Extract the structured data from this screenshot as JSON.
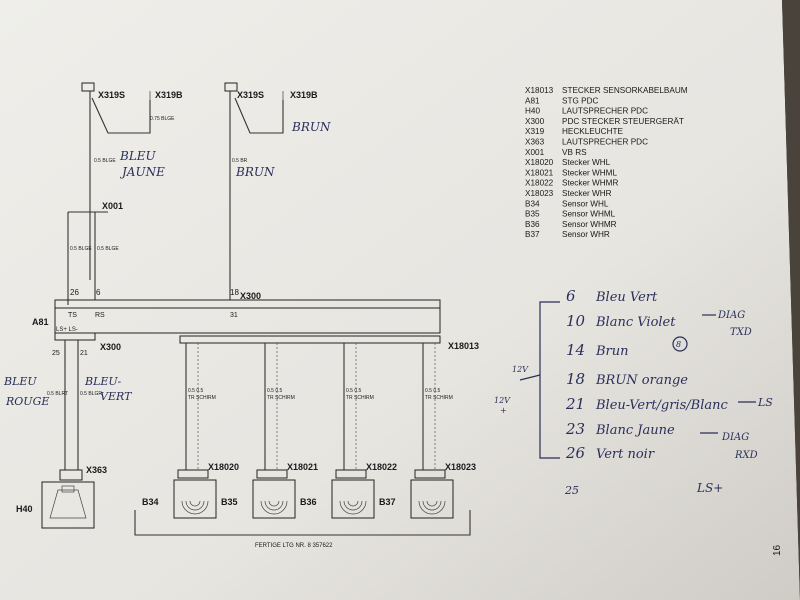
{
  "connectors_top": {
    "left": {
      "a": "X319S",
      "b": "X319B",
      "wire_code": "0.75 BLGE"
    },
    "right": {
      "a": "X319S",
      "b": "X319B"
    }
  },
  "handwritten": {
    "bleu_jaune": [
      "BLEU",
      "JAUNE"
    ],
    "brun_top": "BRUN",
    "brun_mid": "BRUN",
    "bleu_rouge": [
      "BLEU",
      "ROUGE"
    ],
    "bleu_vert": [
      "BLEU-",
      "VERT"
    ],
    "twelve_v": [
      "12V",
      "+"
    ],
    "pins": [
      {
        "num": "6",
        "text": "Bleu Vert"
      },
      {
        "num": "10",
        "text": "Blanc Violet"
      },
      {
        "num": "14",
        "text": "Brun"
      },
      {
        "num": "18",
        "text": "BRUN orange"
      },
      {
        "num": "21",
        "text": "Bleu-Vert/gris/Blanc"
      },
      {
        "num": "23",
        "text": "Blanc Jaune"
      },
      {
        "num": "26",
        "text": "Vert noir"
      }
    ],
    "side_notes": {
      "diag_txd": [
        "DIAG",
        "TXD"
      ],
      "ls_minus": "LS",
      "diag_rxd": [
        "DIAG",
        "RXD"
      ],
      "ls_plus": "LS+",
      "twenty_five": "25"
    }
  },
  "labels": {
    "x001": "X001",
    "x300_top": "X300",
    "x300_bottom": "X300",
    "a81": "A81",
    "x18013": "X18013",
    "x363": "X363",
    "h40": "H40",
    "wire_05_blge_top": "0.5 BLGE",
    "wire_05_br": "0.5 BR",
    "wire_05_blge_a": "0.5 BLGE",
    "wire_05_blge_b": "0.5 BLGE",
    "wire_05_blrt": "0.5 BLRT",
    "wire_05_blgr": "0.5 BLGR",
    "pin_26": "26",
    "pin_6": "6",
    "pin_18": "18",
    "pin_25": "25",
    "pin_21": "21",
    "pin_ts": "TS",
    "pin_rs": "RS",
    "pin_31": "31",
    "ls_plus_ls_minus": "LS+ LS-",
    "shielding": "0.5  0.5\nTR  SCHIRM",
    "fertige": "FERTIGE LTG NR. 8 357622",
    "page_number": "16"
  },
  "sensors": [
    {
      "connector": "X18020",
      "sensor": "B34"
    },
    {
      "connector": "X18021",
      "sensor": "B35"
    },
    {
      "connector": "X18022",
      "sensor": "B36"
    },
    {
      "connector": "X18023",
      "sensor": "B37"
    }
  ],
  "legend": [
    {
      "code": "X18013",
      "desc": "STECKER SENSORKABELBAUM"
    },
    {
      "code": "A81",
      "desc": "STG PDC"
    },
    {
      "code": "H40",
      "desc": "LAUTSPRECHER PDC"
    },
    {
      "code": "X300",
      "desc": "PDC STECKER STEUERGERÄT"
    },
    {
      "code": "X319",
      "desc": "HECKLEUCHTE"
    },
    {
      "code": "X363",
      "desc": "LAUTSPRECHER PDC"
    },
    {
      "code": "X001",
      "desc": "VB RS"
    },
    {
      "code": "X18020",
      "desc": "Stecker WHL"
    },
    {
      "code": "X18021",
      "desc": "Stecker WHML"
    },
    {
      "code": "X18022",
      "desc": "Stecker WHMR"
    },
    {
      "code": "X18023",
      "desc": "Stecker WHR"
    },
    {
      "code": "B34",
      "desc": "Sensor WHL"
    },
    {
      "code": "B35",
      "desc": "Sensor WHML"
    },
    {
      "code": "B36",
      "desc": "Sensor WHMR"
    },
    {
      "code": "B37",
      "desc": "Sensor WHR"
    }
  ],
  "colors": {
    "paper": "#ecebe7",
    "ink": "#1a1a1a",
    "pen": "#2a2f5a",
    "background": "#3a3530"
  }
}
